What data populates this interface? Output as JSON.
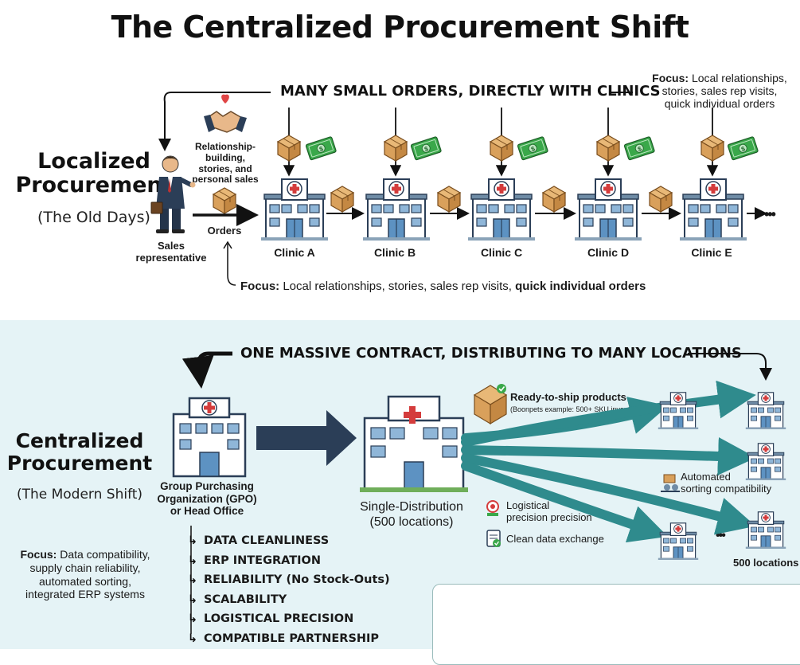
{
  "title": "The Centralized Procurement Shift",
  "top": {
    "heading": "Localized\nProcurement",
    "subheading": "(The Old Days)",
    "banner": "MANY SMALL ORDERS, DIRECTLY WITH CLINICS",
    "focus_top": {
      "label": "Focus:",
      "text": "Local relationships,\nstories, sales rep visits,\nquick individual orders"
    },
    "relationship_label": "Relationship-building,\nstories, and\npersonal sales",
    "sales_rep_label": "Sales\nrepresentative",
    "orders_label": "Orders",
    "clinics": [
      "Clinic A",
      "Clinic B",
      "Clinic C",
      "Clinic D",
      "Clinic E"
    ],
    "continuation": "•••",
    "focus_bottom": {
      "label": "Focus:",
      "text": "Local relationships, stories, sales rep visits,",
      "bold_text": "quick individual orders"
    }
  },
  "bottom": {
    "heading": "Centralized\nProcurement",
    "subheading": "(The Modern Shift)",
    "banner": "ONE MASSIVE CONTRACT, DISTRIBUTING TO MANY LOCATIONS",
    "gpo_label": "Group Purchasing\nOrganization (GPO)\nor Head Office",
    "distribution_label": "Single-Distribution\n(500 locations)",
    "ready_ship": {
      "title": "Ready-to-ship products",
      "detail": "(Boonpets example: 500+ SKU inventory)"
    },
    "automated_sorting": "Automated\nsorting compatibility",
    "logistical": "Logistical\nprecision precision",
    "clean_data": "Clean data exchange",
    "locations_label": "500 locations",
    "ellipsis": "•••",
    "focus": {
      "label": "Focus:",
      "text": "Data compatibility,\nsupply chain reliability,\nautomated sorting,\nintegrated ERP systems"
    },
    "requirements": [
      "DATA CLEANLINESS",
      "ERP INTEGRATION",
      "RELIABILITY (No Stock-Outs)",
      "SCALABILITY",
      "LOGISTICAL PRECISION",
      "COMPATIBLE PARTNERSHIP"
    ]
  },
  "colors": {
    "teal": "#2f8b8d",
    "navy": "#2b3e57",
    "red": "#d43c3c",
    "cash": "#3aa84a",
    "box": "#d9a05b",
    "band": "#e5f3f6"
  }
}
